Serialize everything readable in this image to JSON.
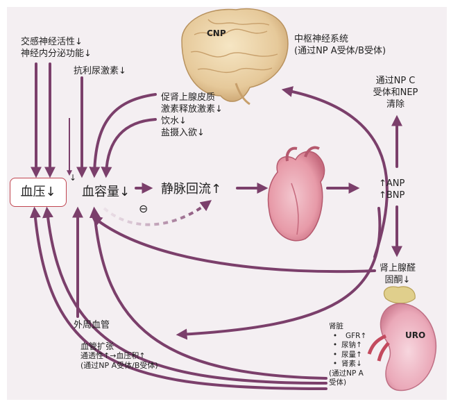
{
  "labels": {
    "cnp": "CNP",
    "cns_line1": "中枢神经系统",
    "cns_line2": "(通过NP A受体/B受体)",
    "symp_line1": "交感神经活性↓",
    "symp_line2": "神经内分泌功能↓",
    "adh": "抗利尿激素↓",
    "acth_line1": "促肾上腺皮质",
    "acth_line2": "激素释放激素↓",
    "acth_line3": "饮水↓",
    "acth_line4": "盐摄入欲↓",
    "clear_line1": "通过NP C",
    "clear_line2": "受体和NEP",
    "clear_line3": "清除",
    "bp": "血压↓",
    "blood_volume": "血容量↓",
    "minus": "⊖",
    "venous_return": "静脉回流↑",
    "anp": "↑ANP",
    "bnp": "↑BNP",
    "ald_line1": "肾上腺醛",
    "ald_line2": "固酮↓",
    "peripheral": "外周血管",
    "vaso_line1": "血管扩张",
    "vaso_line2": "通透性↑→血压积↑",
    "vaso_line3": "(通过NP A受体/B受体)",
    "kidney_title": "肾脏",
    "kidney_items": [
      "GFR↑",
      "尿钠↑",
      "尿量↑",
      "肾素↓"
    ],
    "kidney_via_line1": "(通过NP A",
    "kidney_via_line2": "受体)",
    "uro": "URO",
    "small_arrow": "↓"
  },
  "colors": {
    "arrow": "#7b3f6b",
    "arrow_light": "#c9a9c0",
    "box_border": "#c0444f",
    "panel": "#f4eff2"
  }
}
